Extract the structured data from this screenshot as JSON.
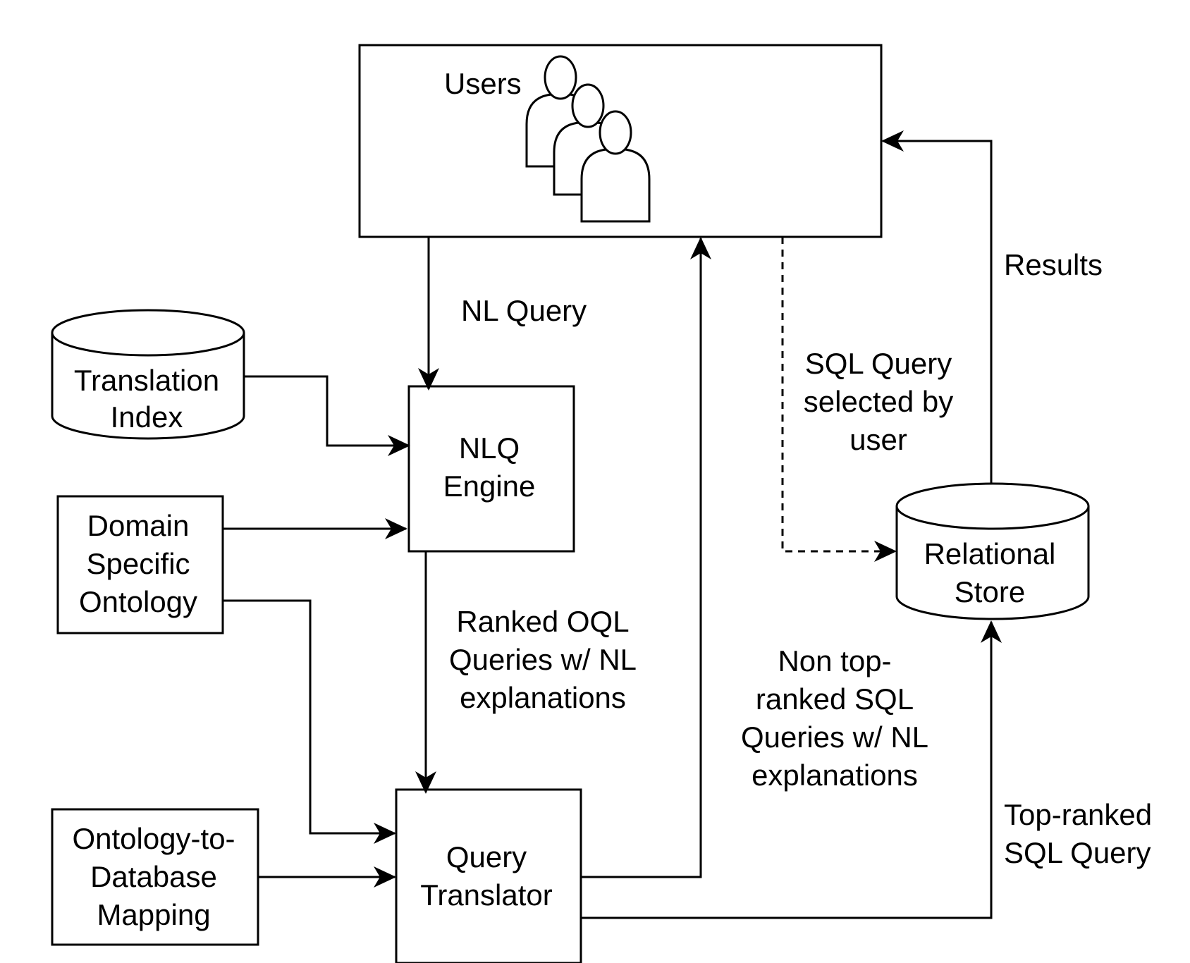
{
  "nodes": {
    "users": {
      "label": "Users"
    },
    "translation_index": {
      "lines": [
        "Translation",
        "Index"
      ]
    },
    "nlq_engine": {
      "lines": [
        "NLQ",
        "Engine"
      ]
    },
    "domain_ontology": {
      "lines": [
        "Domain",
        "Specific",
        "Ontology"
      ]
    },
    "ontology_mapping": {
      "lines": [
        "Ontology-to-",
        "Database",
        "Mapping"
      ]
    },
    "query_translator": {
      "lines": [
        "Query",
        "Translator"
      ]
    },
    "relational_store": {
      "lines": [
        "Relational",
        "Store"
      ]
    }
  },
  "edges": {
    "nl_query": {
      "lines": [
        "NL Query"
      ]
    },
    "ranked_oql": {
      "lines": [
        "Ranked OQL",
        "Queries w/ NL",
        "explanations"
      ]
    },
    "non_top_ranked": {
      "lines": [
        "Non top-",
        "ranked SQL",
        "Queries w/ NL",
        "explanations"
      ]
    },
    "sql_selected": {
      "lines": [
        "SQL Query",
        "selected by",
        "user"
      ]
    },
    "results": {
      "lines": [
        "Results"
      ]
    },
    "top_ranked": {
      "lines": [
        "Top-ranked",
        "SQL Query"
      ]
    }
  },
  "colors": {
    "stroke": "#000000",
    "background": "#ffffff"
  }
}
